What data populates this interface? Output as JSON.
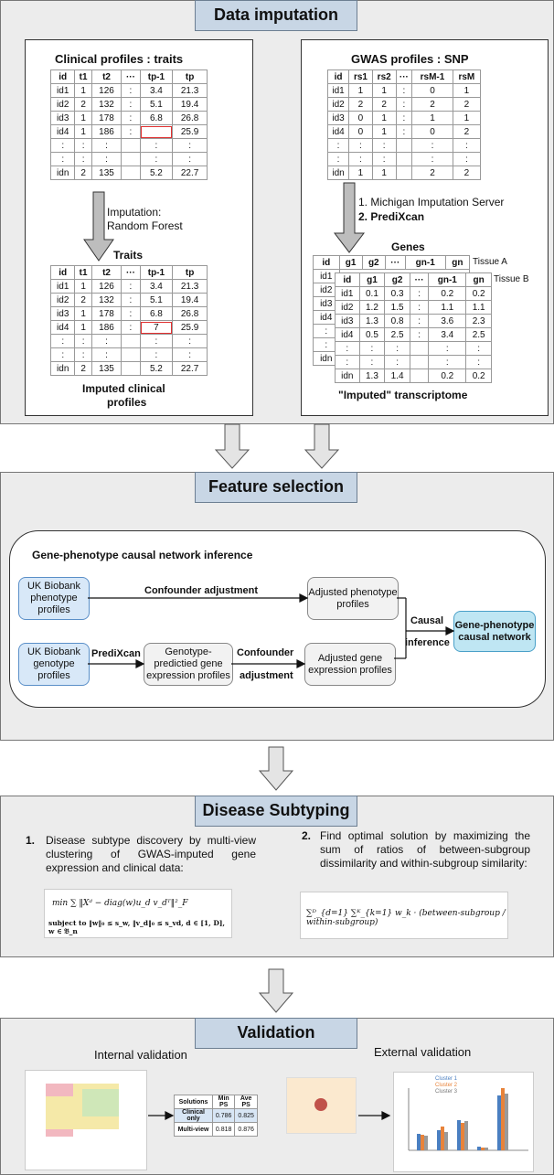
{
  "sections": {
    "imputation": "Data imputation",
    "feature": "Feature selection",
    "subtyping": "Disease Subtyping",
    "validation": "Validation"
  },
  "clinical": {
    "title": "Clinical profiles : traits",
    "header": [
      "id",
      "t1",
      "t2",
      "···",
      "tp-1",
      "tp"
    ],
    "rows": [
      [
        "id1",
        "1",
        "126",
        ":",
        "3.4",
        "21.3"
      ],
      [
        "id2",
        "2",
        "132",
        ":",
        "5.1",
        "19.4"
      ],
      [
        "id3",
        "1",
        "178",
        ":",
        "6.8",
        "26.8"
      ],
      [
        "id4",
        "1",
        "186",
        ":",
        "",
        "25.9"
      ],
      [
        ":",
        ":",
        ":",
        "",
        ":",
        ":"
      ],
      [
        ":",
        ":",
        ":",
        "",
        ":",
        ":"
      ],
      [
        "idn",
        "2",
        "135",
        "",
        "5.2",
        "22.7"
      ]
    ],
    "arrow_label_1": "Imputation:",
    "arrow_label_2": "Random Forest",
    "traits_title": "Traits",
    "traits_rows": [
      [
        "id1",
        "1",
        "126",
        ":",
        "3.4",
        "21.3"
      ],
      [
        "id2",
        "2",
        "132",
        ":",
        "5.1",
        "19.4"
      ],
      [
        "id3",
        "1",
        "178",
        ":",
        "6.8",
        "26.8"
      ],
      [
        "id4",
        "1",
        "186",
        ":",
        "7",
        "25.9"
      ],
      [
        ":",
        ":",
        ":",
        "",
        ":",
        ":"
      ],
      [
        ":",
        ":",
        ":",
        "",
        ":",
        ":"
      ],
      [
        "idn",
        "2",
        "135",
        "",
        "5.2",
        "22.7"
      ]
    ],
    "caption_1": "Imputed clinical",
    "caption_2": "profiles"
  },
  "gwas": {
    "title": "GWAS profiles : SNP",
    "header": [
      "id",
      "rs1",
      "rs2",
      "···",
      "rsM-1",
      "rsM"
    ],
    "rows": [
      [
        "id1",
        "1",
        "1",
        ":",
        "0",
        "1"
      ],
      [
        "id2",
        "2",
        "2",
        ":",
        "2",
        "2"
      ],
      [
        "id3",
        "0",
        "1",
        ":",
        "1",
        "1"
      ],
      [
        "id4",
        "0",
        "1",
        ":",
        "0",
        "2"
      ],
      [
        ":",
        ":",
        ":",
        "",
        ":",
        ":"
      ],
      [
        ":",
        ":",
        ":",
        "",
        ":",
        ":"
      ],
      [
        "idn",
        "1",
        "1",
        "",
        "2",
        "2"
      ]
    ],
    "step1": "1. Michigan Imputation Server",
    "step2": "2. PrediXcan",
    "genes_title": "Genes",
    "tissueA": "Tissue A",
    "tissueB": "Tissue B",
    "back_header": [
      "id",
      "g1",
      "g2",
      "···",
      "gn-1",
      "gn"
    ],
    "back_ids": [
      "id1",
      "id2",
      "id3",
      "id4",
      ":",
      ":",
      "idn"
    ],
    "front_header": [
      "id",
      "g1",
      "g2",
      "···",
      "gn-1",
      "gn"
    ],
    "front_rows": [
      [
        "id1",
        "0.1",
        "0.3",
        ":",
        "0.2",
        "0.2"
      ],
      [
        "id2",
        "1.2",
        "1.5",
        ":",
        "1.1",
        "1.1"
      ],
      [
        "id3",
        "1.3",
        "0.8",
        ":",
        "3.6",
        "2.3"
      ],
      [
        "id4",
        "0.5",
        "2.5",
        ":",
        "3.4",
        "2.5"
      ],
      [
        ":",
        ":",
        ":",
        "",
        ":",
        ":"
      ],
      [
        ":",
        ":",
        ":",
        "",
        ":",
        ":"
      ],
      [
        "idn",
        "1.3",
        "1.4",
        "",
        "0.2",
        "0.2"
      ]
    ],
    "caption": "\"Imputed\" transcriptome"
  },
  "feature": {
    "heading": "Gene-phenotype causal network inference",
    "uk_pheno": "UK Biobank phenotype profiles",
    "uk_geno": "UK Biobank genotype profiles",
    "confounder_top": "Confounder adjustment",
    "adj_pheno": "Adjusted phenotype profiles",
    "predixcan": "PrediXcan",
    "geno_pred": "Genotype-predictied gene expression profiles",
    "confounder_1": "Confounder",
    "confounder_2": "adjustment",
    "adj_gene": "Adjusted gene expression profiles",
    "causal_1": "Causal",
    "causal_2": "inference",
    "network": "Gene-phenotype causal network"
  },
  "subtyping": {
    "n1": "1.",
    "text1": "Disease subtype discovery by multi-view clustering of GWAS-imputed gene expression and clinical data:",
    "formula1a": "min ∑ ‖Xᵈ − diag(w)u_d v_dᵀ‖²_F",
    "formula1b": "subject to ‖w‖₀ ≤ s_w, ‖v_d‖₀ ≤ s_vd, d ∈ [1, D], w ∈ 𝔅_n",
    "n2": "2.",
    "text2": "Find optimal solution by maximizing the sum of ratios of between-subgroup dissimilarity and within-subgroup similarity:",
    "formula2": "∑ᴰ_{d=1} ∑ᴷ_{k=1} w_k · (between-subgroup / within-subgroup)"
  },
  "validation": {
    "internal": "Internal validation",
    "external": "External validation",
    "table_header": [
      "Solutions",
      "Min PS",
      "Ave PS"
    ],
    "table_rows": [
      [
        "Clinical only",
        "0.786",
        "0.825"
      ],
      [
        "Multi-view",
        "0.818",
        "0.876"
      ]
    ],
    "legend": [
      "Cluster 1",
      "Cluster 2",
      "Cluster 3"
    ]
  },
  "colors": {
    "section_fill": "#c8d6e5",
    "panel_bg": "#ececec",
    "blue_box": "#d8e8f8",
    "cyan_box": "#bfe6f3",
    "bar1": "#4a7fc1",
    "bar2": "#e8833a",
    "bar3": "#9a9a9a"
  }
}
